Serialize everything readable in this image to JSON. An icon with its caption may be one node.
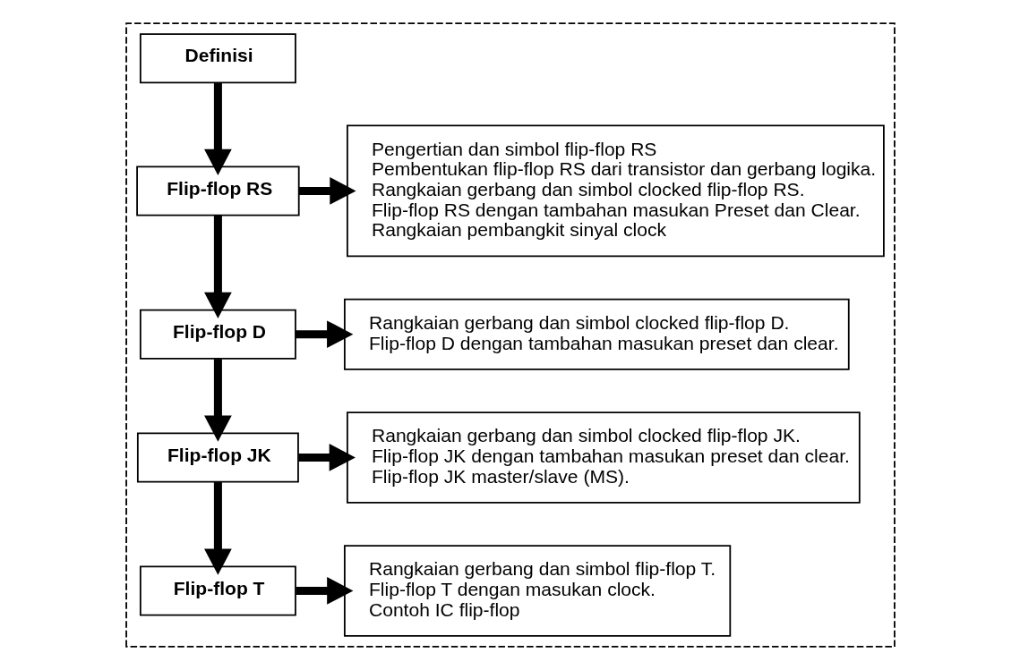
{
  "diagram": {
    "nodes": [
      {
        "text": [],
        "shape": "box"
      },
      {
        "text": [
          "Definisi"
        ],
        "in": 0
      },
      {
        "text": [
          "Flip-flop RS"
        ],
        "in": 0
      },
      {
        "text": [
          "Pengertian dan simbol flip-flop RS",
          "Pembentukan flip-flop RS dari transistor dan gerbang logika.",
          "Rangkaian gerbang dan simbol clocked flip-flop RS.",
          "Flip-flop RS dengan tambahan masukan Preset dan Clear.",
          "Rangkaian pembangkit sinyal clock"
        ],
        "in": 0
      },
      {
        "text": [
          "Flip-flop D"
        ],
        "in": 0
      },
      {
        "text": [
          "Rangkaian gerbang dan simbol clocked flip-flop D.",
          "Flip-flop D dengan tambahan masukan preset dan clear."
        ],
        "in": 0
      },
      {
        "text": [
          "Flip-flop JK"
        ],
        "in": 0
      },
      {
        "text": [
          "Rangkaian gerbang dan simbol clocked flip-flop JK.",
          "Flip-flop JK dengan tambahan masukan preset dan clear.",
          "Flip-flop JK master/slave (MS)."
        ],
        "in": 0
      },
      {
        "text": [
          "Flip-flop T"
        ],
        "in": 0
      },
      {
        "text": [
          "Rangkaian gerbang dan simbol flip-flop T.",
          "Flip-flop T dengan masukan clock.",
          "Contoh IC flip-flop"
        ],
        "in": 0
      }
    ],
    "edges": [
      {
        "from": 1,
        "to": 2,
        "arrow": "to"
      },
      {
        "from": 2,
        "to": 3,
        "arrow": "to"
      },
      {
        "from": 2,
        "to": 4,
        "arrow": "to"
      },
      {
        "from": 4,
        "to": 5,
        "arrow": "to"
      },
      {
        "from": 4,
        "to": 6,
        "arrow": "to"
      },
      {
        "from": 6,
        "to": 7,
        "arrow": "to"
      },
      {
        "from": 6,
        "to": 8,
        "arrow": "to"
      },
      {
        "from": 8,
        "to": 9,
        "arrow": "to"
      }
    ]
  }
}
